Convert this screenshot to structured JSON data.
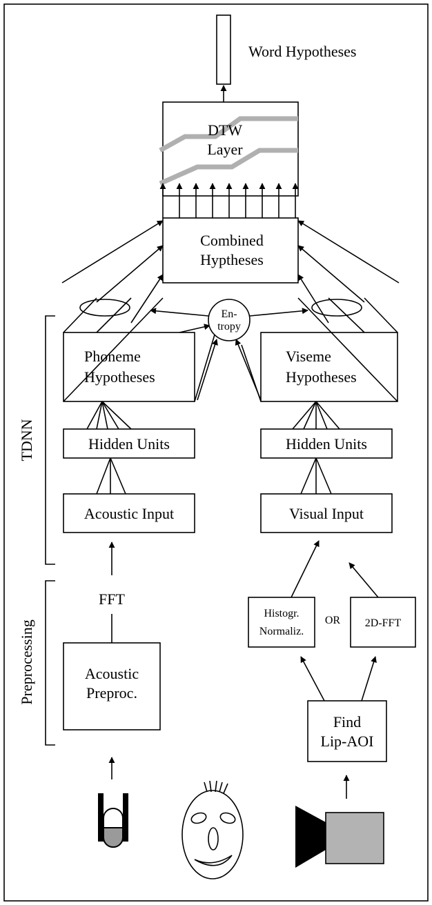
{
  "diagram": {
    "output_label": "Word Hypotheses",
    "dtw_layer": {
      "line1": "DTW",
      "line2": "Layer"
    },
    "combined": {
      "line1": "Combined",
      "line2": "Hyptheses"
    },
    "entropy": {
      "line1": "En-",
      "line2": "tropy"
    },
    "phoneme": {
      "line1": "Phoneme",
      "line2": "Hypotheses"
    },
    "viseme": {
      "line1": "Viseme",
      "line2": "Hypotheses"
    },
    "hidden_left": "Hidden Units",
    "hidden_right": "Hidden Units",
    "acoustic_input": "Acoustic Input",
    "visual_input": "Visual Input",
    "fft_label": "FFT",
    "histogram": {
      "line1": "Histogr.",
      "line2": "Normaliz."
    },
    "or_label": "OR",
    "fft2d": "2D-FFT",
    "find_lip": {
      "line1": "Find",
      "line2": "Lip-AOI"
    },
    "acoustic_preproc": {
      "line1": "Acoustic",
      "line2": "Preproc."
    },
    "section_tdnn": "TDNN",
    "section_preprocessing": "Preprocessing",
    "colors": {
      "stroke": "#000000",
      "gray": "#b0b0b0",
      "camera": "#b3b3b3"
    }
  }
}
